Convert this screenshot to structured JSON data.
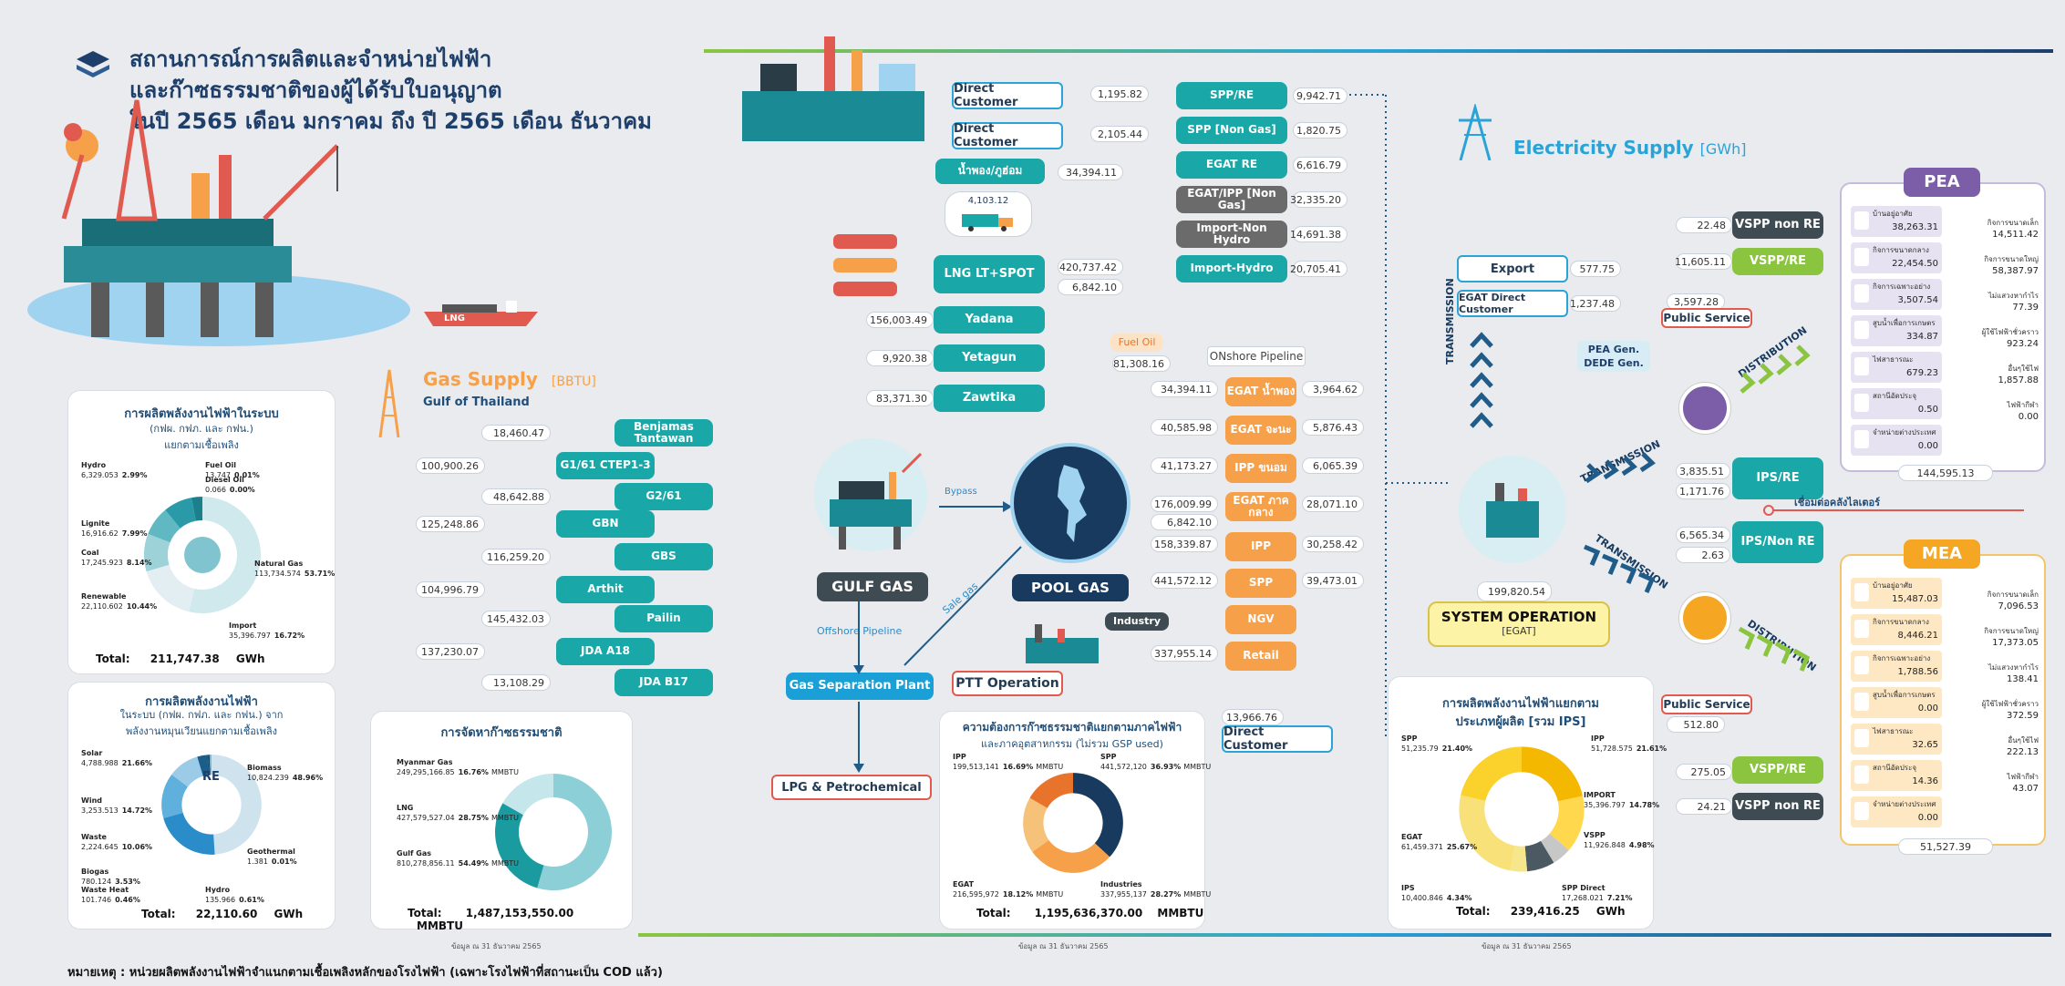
{
  "header": {
    "title_line1": "สถานการณ์การผลิตและจำหน่ายไฟฟ้า",
    "title_line2": "และก๊าซธรรมชาติของผู้ได้รับใบอนุญาต",
    "title_line3": "ในปี  2565 เดือน มกราคม ถึง ปี 2565 เดือน ธันวาคม"
  },
  "footer": {
    "note": "หมายเหตุ : หน่วยผลิตพลังงานไฟฟ้าจำแนกตามเชื้อเพลิงหลักของโรงไฟฟ้า (เฉพาะโรงไฟฟ้าที่สถานะเป็น COD แล้ว)",
    "as_of_1": "ข้อมูล ณ   31 ธันวาคม 2565",
    "as_of_2": "ข้อมูล ณ   31 ธันวาคม 2565",
    "as_of_3": "ข้อมูล ณ   31 ธันวาคม 2565"
  },
  "colors": {
    "teal": "#1aa7a8",
    "dark": "#3f4b52",
    "green": "#8bc53f",
    "orange": "#f7a04a",
    "navy": "#173a5e",
    "purple": "#7b5ea7",
    "mea": "#f5a623",
    "blue": "#2aa3d6"
  },
  "gas_supply": {
    "title": "Gas Supply",
    "unit": "[BBTU]",
    "subtitle": "Gulf of Thailand",
    "fields": [
      {
        "name": "Benjamas Tantawan",
        "value": "18,460.47"
      },
      {
        "name": "G1/61 CTEP1-3",
        "value": "100,900.26"
      },
      {
        "name": "G2/61",
        "value": "48,642.88"
      },
      {
        "name": "GBN",
        "value": "125,248.86"
      },
      {
        "name": "GBS",
        "value": "116,259.20"
      },
      {
        "name": "Arthit",
        "value": "104,996.79"
      },
      {
        "name": "Pailin",
        "value": "145,432.03"
      },
      {
        "name": "JDA  A18",
        "value": "137,230.07"
      },
      {
        "name": "JDA  B17",
        "value": "13,108.29"
      }
    ],
    "gulf_gas_label": "GULF GAS",
    "offshore_pipeline": "Offshore Pipeline",
    "sale_gas": "Sale gas",
    "bypass": "Bypass",
    "gas_separation_plant": "Gas Separation Plant",
    "lpg": "LPG & Petrochemical",
    "ptt_operation": "PTT Operation",
    "pool_gas": "POOL GAS",
    "industry": "Industry",
    "fuel_oil": "Fuel Oil",
    "fuel_oil_value": "81,308.16",
    "onshore_pipeline": "ONshore Pipeline",
    "lng_ship": "LNG"
  },
  "imports": {
    "lng": {
      "label": "LNG LT+SPOT",
      "value1": "420,737.42",
      "value2": "6,842.10"
    },
    "truck_value": "4,103.12",
    "nam_phong": {
      "label": "น้ำพอง/ภูฮ่อม",
      "value": "34,394.11"
    },
    "vadana": {
      "label": "Yadana",
      "value": "156,003.49"
    },
    "yetagun": {
      "label": "Yetagun",
      "value": "9,920.38"
    },
    "zawtika": {
      "label": "Zawtika",
      "value": "83,371.30"
    },
    "direct_customer_1": {
      "label": "Direct Customer",
      "value": "1,195.82"
    },
    "direct_customer_2": {
      "label": "Direct Customer",
      "value": "2,105.44"
    }
  },
  "power_sources": [
    {
      "label": "SPP/RE",
      "value": "9,942.71"
    },
    {
      "label": "SPP [Non Gas]",
      "value": "1,820.75"
    },
    {
      "label": "EGAT RE",
      "value": "6,616.79"
    },
    {
      "label": "EGAT/IPP [Non Gas]",
      "value": "32,335.20"
    },
    {
      "label": "Import-Non Hydro",
      "value": "14,691.38"
    },
    {
      "label": "Import-Hydro",
      "value": "20,705.41"
    }
  ],
  "gas_users": [
    {
      "label": "EGAT น้ำพอง",
      "in": "34,394.11",
      "out": "3,964.62"
    },
    {
      "label": "EGAT จะนะ",
      "in": "40,585.98",
      "out": "5,876.43"
    },
    {
      "label": "IPP ขนอม",
      "in": "41,173.27",
      "out": "6,065.39"
    },
    {
      "label": "EGAT ภาคกลาง",
      "in": "176,009.99",
      "in2": "6,842.10",
      "out": "28,071.10"
    },
    {
      "label": "IPP",
      "in": "158,339.87",
      "out": "30,258.42"
    },
    {
      "label": "SPP",
      "in": "441,572.12",
      "out": "39,473.01"
    },
    {
      "label": "NGV",
      "in": "",
      "out": ""
    },
    {
      "label": "Retail",
      "in": "337,955.14",
      "out": ""
    }
  ],
  "direct_customer_3": {
    "label": "Direct Customer",
    "value": "13,966.76"
  },
  "electricity_supply": {
    "title": "Electricity Supply",
    "unit": "[GWh]",
    "export": {
      "label": "Export",
      "value": "577.75"
    },
    "egat_direct": {
      "label": "EGAT Direct Customer",
      "value": "1,237.48"
    },
    "system_operation": "SYSTEM OPERATION",
    "system_operation_sub": "[EGAT]",
    "system_value": "199,820.54",
    "transmission": "TRANSMISSION",
    "distribution": "DISTRIBUTION",
    "public_service": "Public Service",
    "pea_dede": "PEA Gen.\nDEDE Gen.",
    "connect_label": "เชื่อมต่อคลังไลเตอร์",
    "vspp_non_re_top": {
      "label": "VSPP non RE",
      "value": "22.48"
    },
    "vspp_re_top": {
      "label": "VSPP/RE",
      "value": "11,605.11"
    },
    "public_service_top_value": "3,597.28",
    "ips_re": {
      "label": "IPS/RE",
      "value1": "3,835.51",
      "value2": "1,171.76"
    },
    "ips_non_re": {
      "label": "IPS/Non RE",
      "value1": "6,565.34",
      "value2": "2.63"
    },
    "public_service_bottom_value": "512.80",
    "vspp_re_bottom": {
      "label": "VSPP/RE",
      "value": "275.05"
    },
    "vspp_non_re_bottom": {
      "label": "VSPP non RE",
      "value": "24.21"
    }
  },
  "pea": {
    "title": "PEA",
    "total": "144,595.13",
    "left": [
      {
        "label": "บ้านอยู่อาศัย",
        "value": "38,263.31"
      },
      {
        "label": "กิจการขนาดกลาง",
        "value": "22,454.50"
      },
      {
        "label": "กิจการเฉพาะอย่าง",
        "value": "3,507.54"
      },
      {
        "label": "สูบน้ำเพื่อการเกษตร",
        "value": "334.87"
      },
      {
        "label": "ไฟสาธารณะ",
        "value": "679.23"
      },
      {
        "label": "สถานีอัดประจุ",
        "value": "0.50"
      },
      {
        "label": "จำหน่ายต่างประเทศ",
        "value": "0.00"
      }
    ],
    "right": [
      {
        "label": "กิจการขนาดเล็ก",
        "value": "14,511.42"
      },
      {
        "label": "กิจการขนาดใหญ่",
        "value": "58,387.97"
      },
      {
        "label": "ไม่แสวงหากำไร",
        "value": "77.39"
      },
      {
        "label": "ผู้ใช้ไฟฟ้าชั่วคราว",
        "value": "923.24"
      },
      {
        "label": "อื่นๆใช้ไฟ",
        "value": "1,857.88"
      },
      {
        "label": "ไฟฟ้ากีฬา",
        "value": "0.00"
      }
    ]
  },
  "mea": {
    "title": "MEA",
    "total": "51,527.39",
    "left": [
      {
        "label": "บ้านอยู่อาศัย",
        "value": "15,487.03"
      },
      {
        "label": "กิจการขนาดกลาง",
        "value": "8,446.21"
      },
      {
        "label": "กิจการเฉพาะอย่าง",
        "value": "1,788.56"
      },
      {
        "label": "สูบน้ำเพื่อการเกษตร",
        "value": "0.00"
      },
      {
        "label": "ไฟสาธารณะ",
        "value": "32.65"
      },
      {
        "label": "สถานีอัดประจุ",
        "value": "14.36"
      },
      {
        "label": "จำหน่ายต่างประเทศ",
        "value": "0.00"
      }
    ],
    "right": [
      {
        "label": "กิจการขนาดเล็ก",
        "value": "7,096.53"
      },
      {
        "label": "กิจการขนาดใหญ่",
        "value": "17,373.05"
      },
      {
        "label": "ไม่แสวงหากำไร",
        "value": "138.41"
      },
      {
        "label": "ผู้ใช้ไฟฟ้าชั่วคราว",
        "value": "372.59"
      },
      {
        "label": "อื่นๆใช้ไฟ",
        "value": "222.13"
      },
      {
        "label": "ไฟฟ้ากีฬา",
        "value": "43.07"
      }
    ]
  },
  "chart_data": [
    {
      "type": "pie",
      "title": "การผลิตพลังงานไฟฟ้าในระบบ",
      "subtitle": "(กฟผ. กฟภ. และ กฟน.)\nแยกตามเชื้อเพลิง",
      "center_label": "",
      "total_label": "Total:",
      "total": "211,747.38",
      "unit": "GWh",
      "slices": [
        {
          "name": "Natural Gas",
          "value": 113734.574,
          "pct": "53.71%"
        },
        {
          "name": "Import",
          "value": 35396.797,
          "pct": "16.72%"
        },
        {
          "name": "Renewable",
          "value": 22110.602,
          "pct": "10.44%"
        },
        {
          "name": "Coal",
          "value": 17245.923,
          "pct": "8.14%"
        },
        {
          "name": "Lignite",
          "value": 16916.62,
          "pct": "7.99%"
        },
        {
          "name": "Hydro",
          "value": 6329.053,
          "pct": "2.99%"
        },
        {
          "name": "Fuel Oil",
          "value": 13.747,
          "pct": "0.01%"
        },
        {
          "name": "Diesel Oil",
          "value": 0.066,
          "pct": "0.00%"
        }
      ],
      "colors": [
        "#cfe9ec",
        "#e2eef2",
        "#9dd3d8",
        "#5fb8c2",
        "#2a9aa8",
        "#1c7f8c",
        "#0f5f6b",
        "#7a9aa3"
      ]
    },
    {
      "type": "pie",
      "title": "การผลิตพลังงานไฟฟ้า",
      "subtitle": "ในระบบ (กฟผ. กฟภ. และ กฟน.) จาก\nพลังงานหมุนเวียนแยกตามเชื้อเพลิง",
      "center_label": "RE",
      "total_label": "Total:",
      "total": "22,110.60",
      "unit": "GWh",
      "slices": [
        {
          "name": "Biomass",
          "value": 10824.239,
          "pct": "48.96%"
        },
        {
          "name": "Solar",
          "value": 4788.988,
          "pct": "21.66%"
        },
        {
          "name": "Wind",
          "value": 3253.513,
          "pct": "14.72%"
        },
        {
          "name": "Waste",
          "value": 2224.645,
          "pct": "10.06%"
        },
        {
          "name": "Biogas",
          "value": 780.124,
          "pct": "3.53%"
        },
        {
          "name": "Waste Heat",
          "value": 101.746,
          "pct": "0.46%"
        },
        {
          "name": "Hydro",
          "value": 135.966,
          "pct": "0.61%"
        },
        {
          "name": "Geothermal",
          "value": 1.381,
          "pct": "0.01%"
        }
      ],
      "colors": [
        "#cfe3ef",
        "#2a8cc9",
        "#5fb0dd",
        "#9ccbe8",
        "#1b5e8a",
        "#0f3d5c",
        "#7fb9d6",
        "#3c7aa0"
      ]
    },
    {
      "type": "pie",
      "title": "การจัดหาก๊าซธรรมชาติ",
      "subtitle": "",
      "center_label": "",
      "total_label": "Total:",
      "total": "1,487,153,550.00",
      "unit": "MMBTU",
      "slices": [
        {
          "name": "Gulf Gas",
          "value": 810278856.11,
          "pct": "54.49%",
          "unit": "MMBTU"
        },
        {
          "name": "LNG",
          "value": 427579527.04,
          "pct": "28.75%",
          "unit": "MMBTU"
        },
        {
          "name": "Myanmar Gas",
          "value": 249295166.85,
          "pct": "16.76%",
          "unit": "MMBTU"
        }
      ],
      "colors": [
        "#8ccfd6",
        "#1a9ba0",
        "#c5e6ea"
      ]
    },
    {
      "type": "pie",
      "title": "ความต้องการก๊าซธรรมชาติแยกตามภาคไฟฟ้า",
      "subtitle": "และภาคอุตสาหกรรม (ไม่รวม GSP used)",
      "center_label": "",
      "total_label": "Total:",
      "total": "1,195,636,370.00",
      "unit": "MMBTU",
      "slices": [
        {
          "name": "SPP",
          "value": 441572120.0,
          "pct": "36.93%",
          "unit": "MMBTU"
        },
        {
          "name": "Industries",
          "value": 337955137.0,
          "pct": "28.27%",
          "unit": "MMBTU"
        },
        {
          "name": "EGAT",
          "value": 216595972.0,
          "pct": "18.12%",
          "unit": "MMBTU"
        },
        {
          "name": "IPP",
          "value": 199513141.0,
          "pct": "16.69%",
          "unit": "MMBTU"
        }
      ],
      "colors": [
        "#173a5e",
        "#f7a04a",
        "#f6c27a",
        "#e8732a"
      ]
    },
    {
      "type": "pie",
      "title": "การผลิตพลังงานไฟฟ้าแยกตาม",
      "subtitle": "ประเภทผู้ผลิต [รวม IPS]",
      "center_label": "",
      "total_label": "Total:",
      "total": "239,416.25",
      "unit": "GWh",
      "slices": [
        {
          "name": "IPP",
          "value": 51728.575,
          "pct": "21.61%"
        },
        {
          "name": "IMPORT",
          "value": 35396.797,
          "pct": "14.78%"
        },
        {
          "name": "VSPP",
          "value": 11926.848,
          "pct": "4.98%"
        },
        {
          "name": "SPP Direct",
          "value": 17268.021,
          "pct": "7.21%"
        },
        {
          "name": "IPS",
          "value": 10400.846,
          "pct": "4.34%"
        },
        {
          "name": "EGAT",
          "value": 61459.371,
          "pct": "25.67%"
        },
        {
          "name": "SPP",
          "value": 51235.79,
          "pct": "21.40%"
        }
      ],
      "colors": [
        "#f5b800",
        "#ffd84d",
        "#c7c7c7",
        "#4b5a62",
        "#f6e68c",
        "#f9e17a",
        "#fbd22b"
      ]
    }
  ]
}
